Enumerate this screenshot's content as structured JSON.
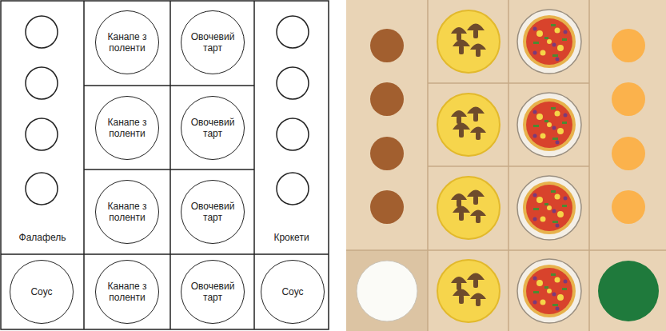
{
  "diagram": {
    "nodes": [
      {
        "text": [
          "Фалафель"
        ]
      },
      {
        "text": [
          "Канапе з поленти"
        ]
      },
      {
        "text": [
          "Овочевий тарт"
        ]
      },
      {
        "text": [
          "Крокети"
        ]
      },
      {
        "text": [
          "Канапе з поленти"
        ]
      },
      {
        "text": [
          "Овочевий тарт"
        ]
      },
      {
        "text": [
          "Канапе з поленти"
        ]
      },
      {
        "text": [
          "Овочевий тарт"
        ]
      },
      {
        "text": [
          "Соус"
        ]
      },
      {
        "text": [
          "Канапе з поленти"
        ]
      },
      {
        "text": [
          "Овочевий тарт"
        ]
      },
      {
        "text": [
          "Соус"
        ]
      }
    ]
  }
}
